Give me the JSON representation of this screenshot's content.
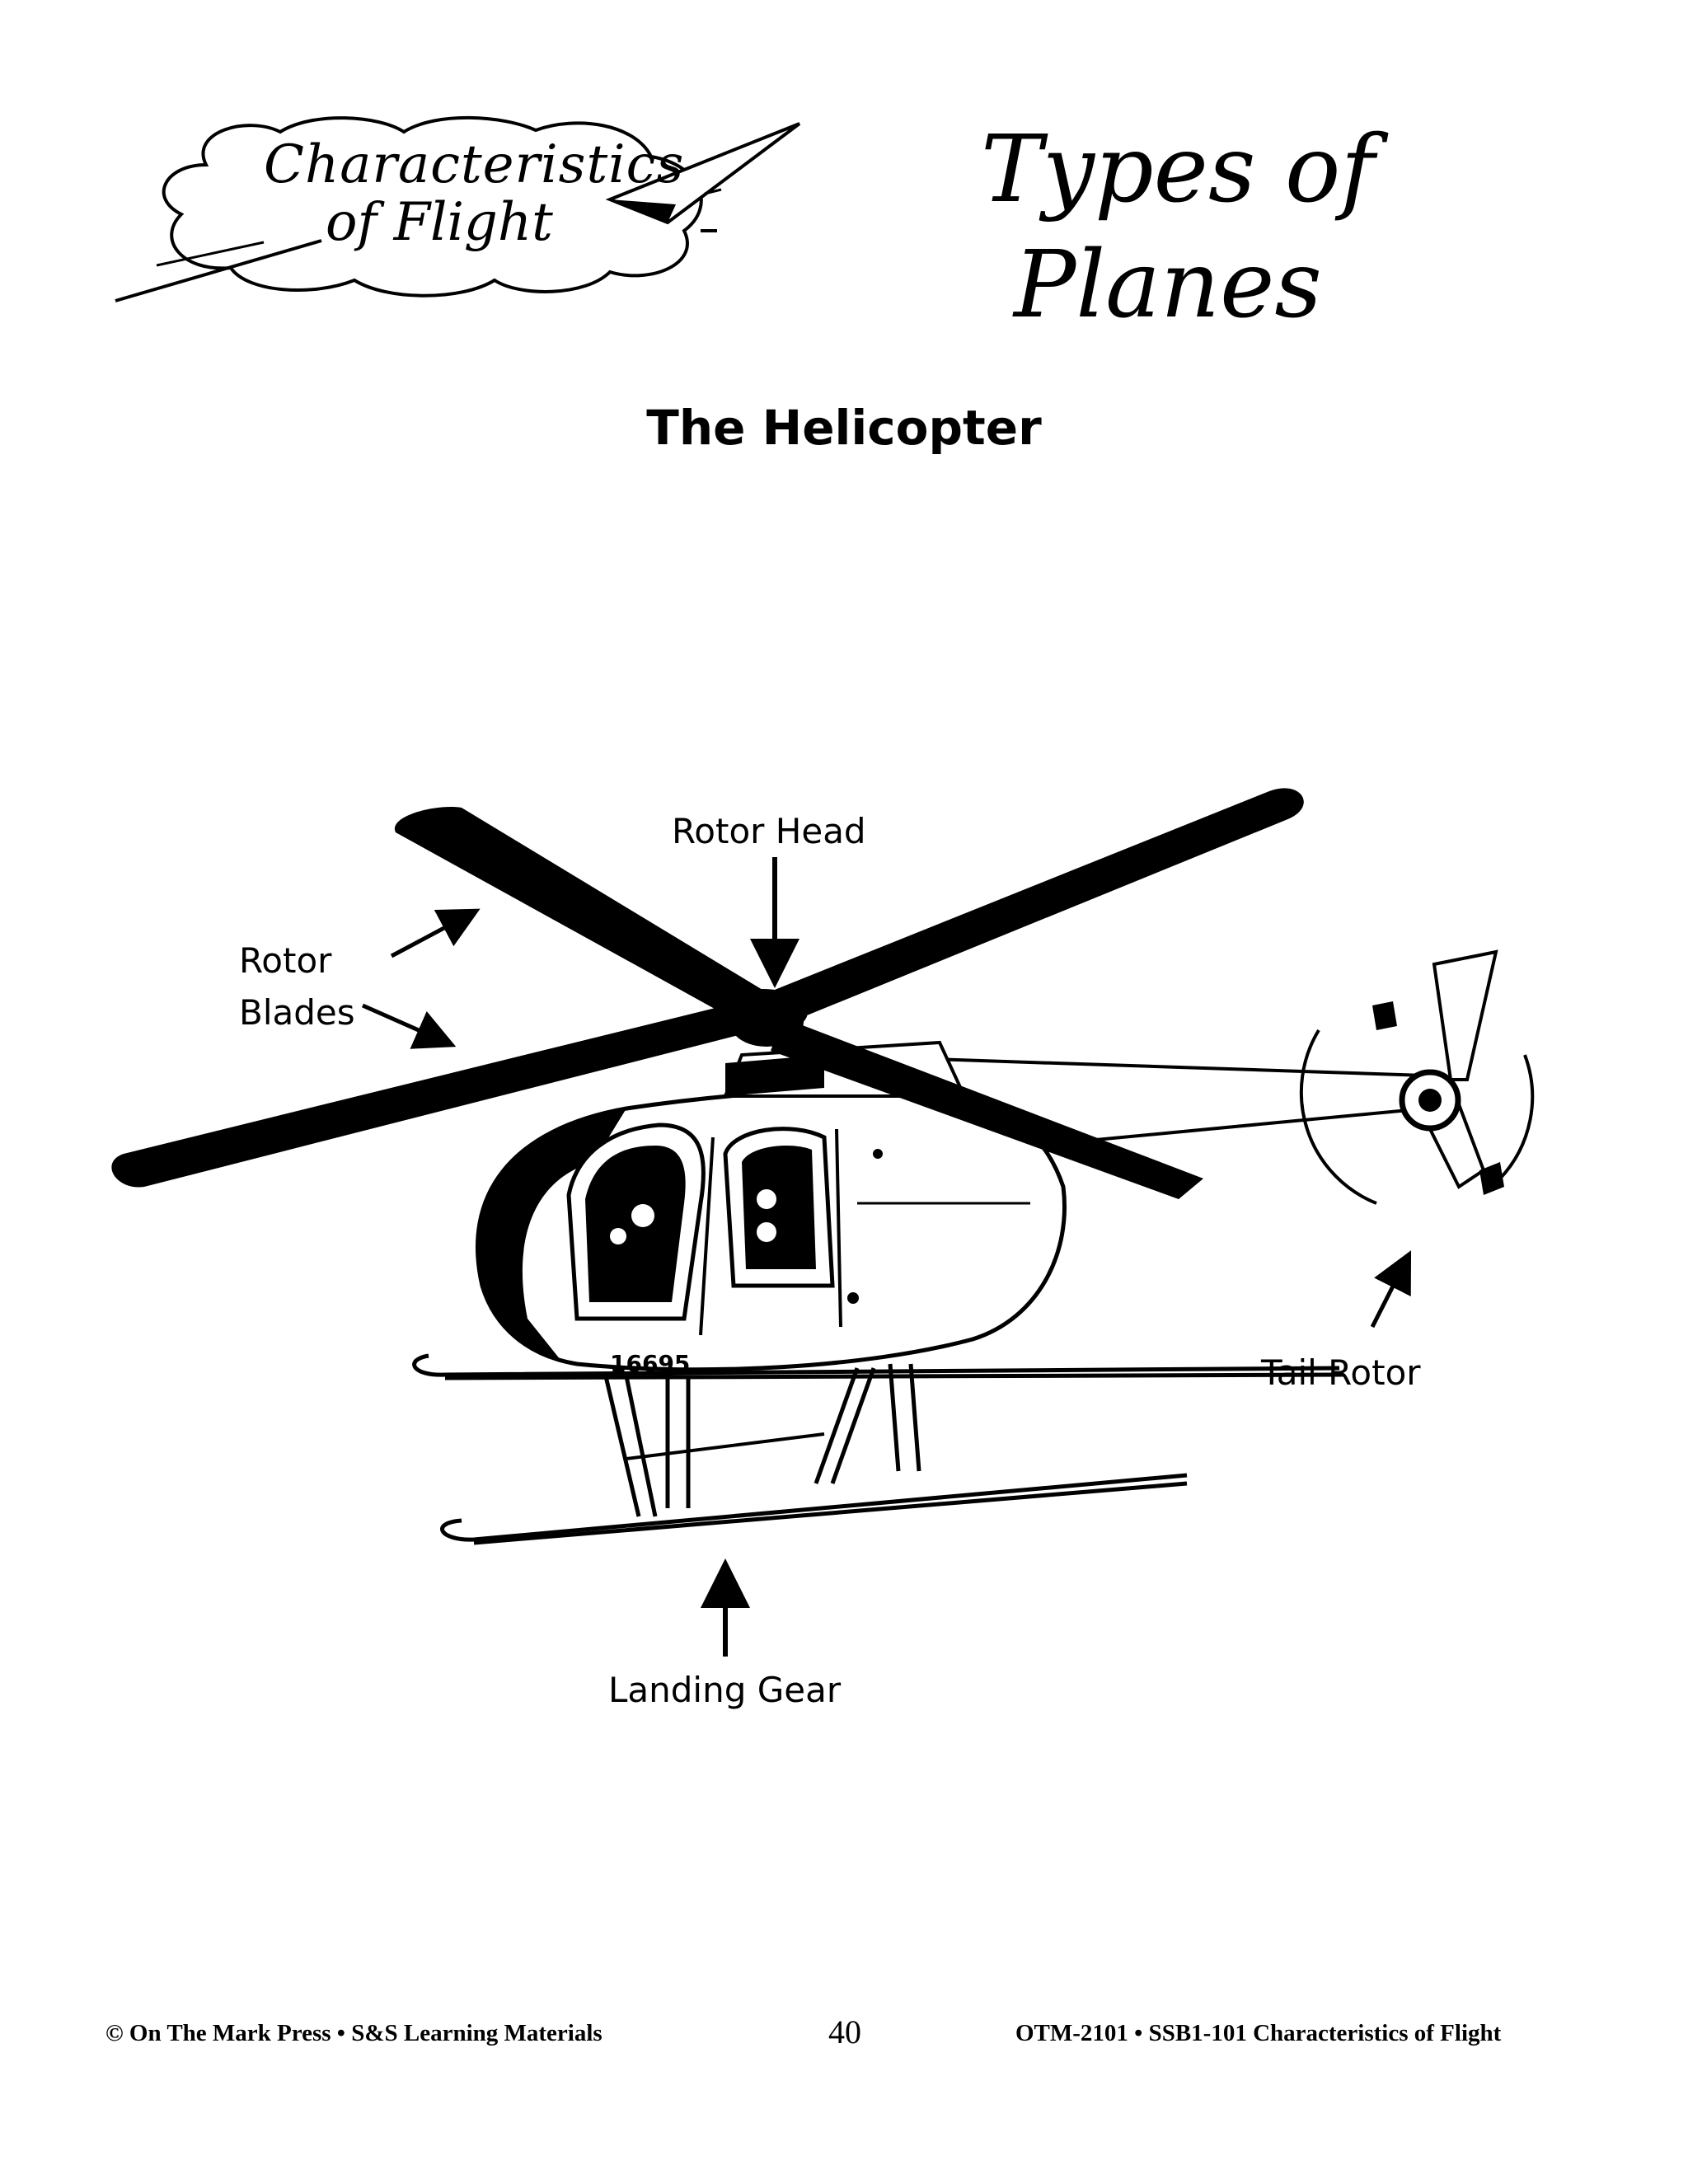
{
  "header": {
    "logo_line1": "Characteristics",
    "logo_line2": "of Flight",
    "title_line1": "Types of",
    "title_line2": "Planes"
  },
  "diagram": {
    "heading": "The Helicopter",
    "tail_number": "16695",
    "labels": {
      "rotor_head": "Rotor Head",
      "rotor_line1": "Rotor",
      "rotor_line2": "Blades",
      "tail_rotor": "Tail Rotor",
      "landing_gear": "Landing Gear"
    }
  },
  "footer": {
    "left": "© On The Mark Press • S&S Learning Materials",
    "page": "40",
    "right": "OTM-2101 • SSB1-101 Characteristics of Flight"
  }
}
